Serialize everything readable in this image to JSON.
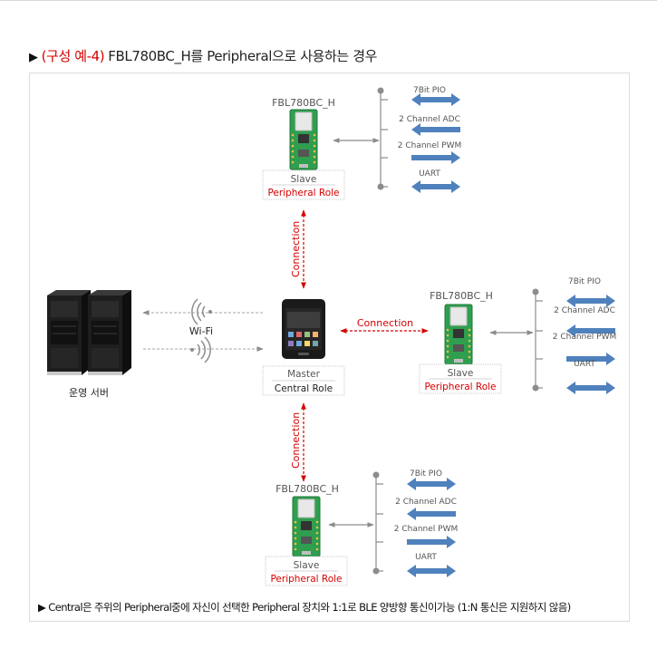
{
  "heading": {
    "marker": "▶",
    "tag": "(구성 예-4)",
    "title": "FBL780BC_H를 Peripheral으로 사용하는 경우"
  },
  "server": {
    "label": "운영 서버"
  },
  "wifi": {
    "label": "Wi-Fi"
  },
  "master": {
    "role": "Master",
    "role_name": "Central Role"
  },
  "connection_label": "Connection",
  "peripherals": [
    {
      "module": "FBL780BC_H",
      "role": "Slave",
      "role_name": "Peripheral Role",
      "interfaces": [
        "7Bit PIO",
        "2 Channel ADC",
        "2 Channel PWM",
        "UART"
      ]
    },
    {
      "module": "FBL780BC_H",
      "role": "Slave",
      "role_name": "Peripheral Role",
      "interfaces": [
        "7Bit PIO",
        "2 Channel ADC",
        "2 Channel PWM",
        "UART"
      ]
    },
    {
      "module": "FBL780BC_H",
      "role": "Slave",
      "role_name": "Peripheral Role",
      "interfaces": [
        "7Bit PIO",
        "2 Channel ADC",
        "2 Channel PWM",
        "UART"
      ]
    }
  ],
  "footnote": "▶ Central은 주위의 Peripheral중에 자신이 선택한 Peripheral 장치와 1:1로 BLE 양방향 통신이가능 (1:N 통신은 지원하지 않음)",
  "colors": {
    "accent_red": "#d40000",
    "arrow_blue": "#4f81bd",
    "board_green": "#2f9e4f",
    "line_gray": "#8c8c8c"
  }
}
